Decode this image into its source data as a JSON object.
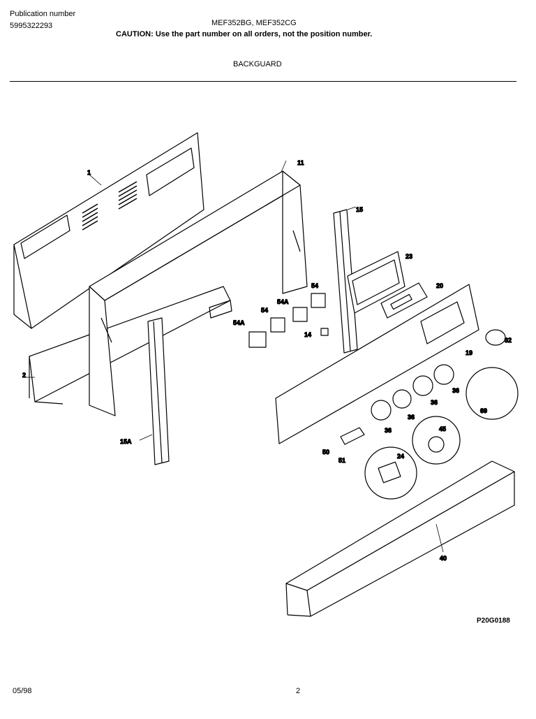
{
  "header": {
    "publication_label": "Publication number",
    "publication_number": "5995322293",
    "models": "MEF352BG, MEF352CG",
    "caution": "CAUTION:  Use the part number on all orders, not the position number.",
    "section_title": "BACKGUARD"
  },
  "callouts": {
    "c1": "1",
    "c2": "2",
    "c11": "11",
    "c14": "14",
    "c15": "15",
    "c15a": "15A",
    "c19": "19",
    "c20": "20",
    "c23": "23",
    "c24": "24",
    "c32": "32",
    "c36a": "36",
    "c36b": "36",
    "c36c": "36",
    "c36d": "36",
    "c40": "40",
    "c45": "45",
    "c50": "50",
    "c51": "51",
    "c54a": "54",
    "c54b": "54",
    "c54a_1": "54A",
    "c54a_2": "54A",
    "c69": "69"
  },
  "drawing_code": "P20G0188",
  "footer": {
    "date": "05/98",
    "page": "2"
  }
}
